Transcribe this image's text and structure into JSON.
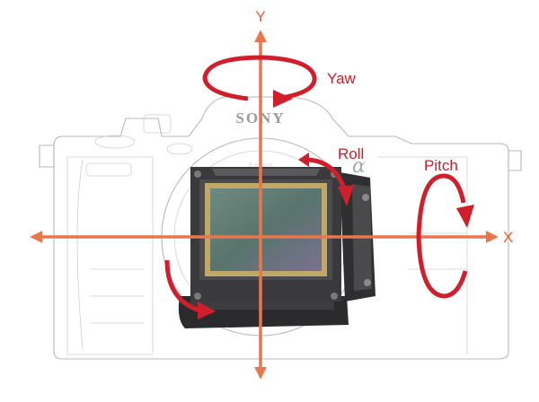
{
  "axes": {
    "y": "Y",
    "x": "X"
  },
  "motions": {
    "yaw": "Yaw",
    "roll": "Roll",
    "pitch": "Pitch"
  },
  "camera": {
    "brand": "SONY",
    "mount": "E-mount",
    "badge": "α"
  },
  "colors": {
    "axis": "#e8774d",
    "motion": "#d01f2b",
    "outline": "#b8b8b8",
    "sensor": "#5d7a6e"
  }
}
